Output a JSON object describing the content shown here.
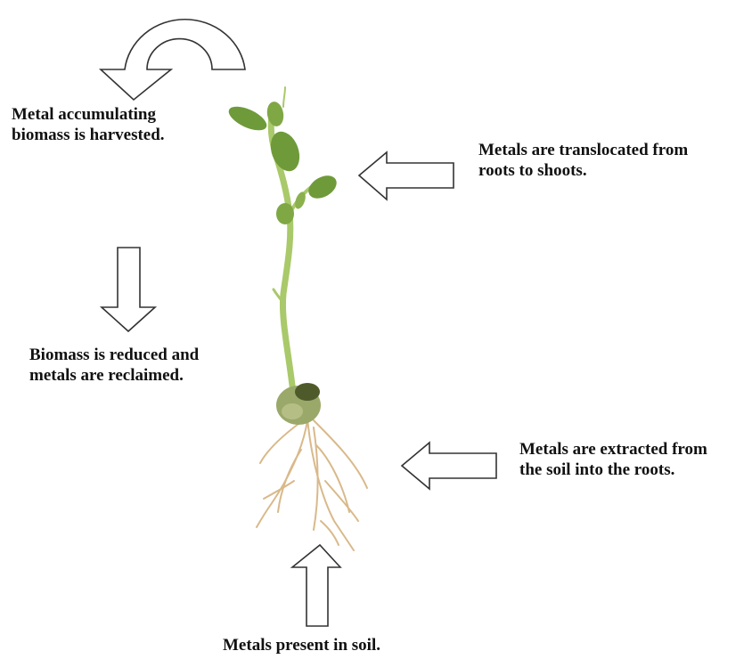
{
  "labels": {
    "harvested": [
      "Metal accumulating",
      "biomass is harvested."
    ],
    "translocated": [
      "Metals are translocated from",
      "roots to shoots."
    ],
    "reduced": [
      "Biomass is reduced and",
      "metals are reclaimed."
    ],
    "extracted": [
      "Metals are extracted from",
      "the soil into the roots."
    ],
    "present": [
      "Metals present in soil."
    ]
  },
  "colors": {
    "arrow_stroke": "#333333",
    "stem": "#a9c96a",
    "leaf": "#6f9a3a",
    "seed": "#9aa86a",
    "root": "#d9b98a"
  },
  "icons": {
    "harvest": "curved-arrow-icon",
    "translocate": "left-arrow-icon",
    "reduce": "down-arrow-icon",
    "extract": "left-arrow-icon",
    "soil": "up-arrow-icon",
    "plant": "seedling-icon"
  }
}
